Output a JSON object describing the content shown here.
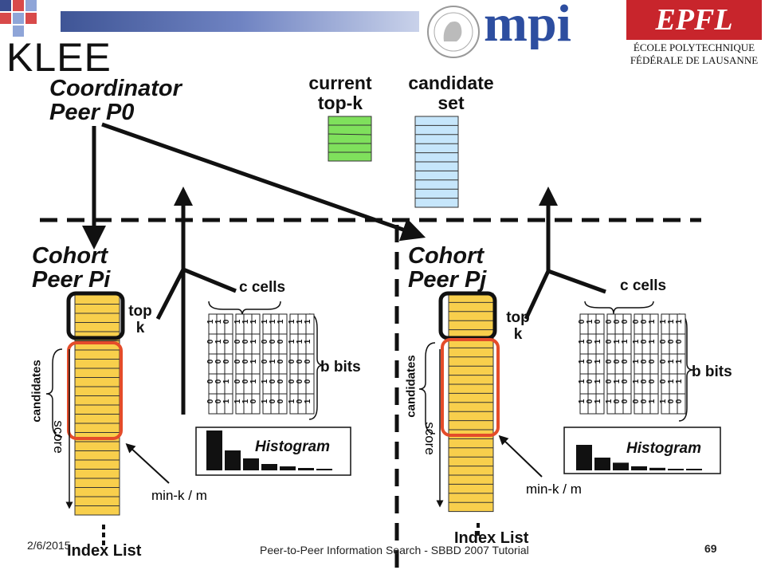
{
  "slide": {
    "title": "KLEE",
    "coordinator": [
      "Coordinator",
      "Peer P0"
    ],
    "current_topk": [
      "current",
      "top-k"
    ],
    "candidate_set": [
      "candidate",
      "set"
    ],
    "footer_date": "2/6/2015",
    "footer_text": "Peer-to-Peer Information Search - SBBD 2007 Tutorial",
    "page_number": "69"
  },
  "logos": {
    "mpi": "mpi",
    "epfl": "EPFL",
    "epfl_line1": "ÉCOLE POLYTECHNIQUE",
    "epfl_line2": "FÉDÉRALE DE LAUSANNE"
  },
  "cohort_left": {
    "name": [
      "Cohort",
      "Peer Pi"
    ],
    "top_k": [
      "top",
      "k"
    ],
    "c_cells": "c cells",
    "b_bits": "b bits",
    "histogram": "Histogram",
    "candidates": "candidates",
    "score": "score",
    "min_k": "min-k / m",
    "index_list": "Index List",
    "bit_columns": [
      [
        "1",
        "0",
        "0",
        "0",
        "0"
      ],
      [
        "1",
        "1",
        "0",
        "0",
        "0"
      ],
      [
        "0",
        "0",
        "0",
        "1",
        "1"
      ],
      [
        "1",
        "0",
        "0",
        "0",
        "1"
      ],
      [
        "1",
        "0",
        "0",
        "0",
        "1"
      ],
      [
        "1",
        "1",
        "1",
        "1",
        "0"
      ],
      [
        "1",
        "0",
        "0",
        "1",
        "1"
      ],
      [
        "1",
        "0",
        "1",
        "0",
        "0"
      ],
      [
        "1",
        "0",
        "0",
        "0",
        "0"
      ],
      [
        "1",
        "1",
        "0",
        "0",
        "1"
      ],
      [
        "1",
        "1",
        "0",
        "0",
        "0"
      ],
      [
        "1",
        "1",
        "0",
        "0",
        "1"
      ]
    ]
  },
  "cohort_right": {
    "name": [
      "Cohort",
      "Peer Pj"
    ],
    "top_k": [
      "top",
      "k"
    ],
    "c_cells": "c cells",
    "b_bits": "b bits",
    "histogram": "Histogram",
    "candidates": "candidates",
    "score": "score",
    "min_k": "min-k / m",
    "index_list": "Index List",
    "bit_columns": [
      [
        "0",
        "1",
        "1",
        "1",
        "1"
      ],
      [
        "1",
        "0",
        "0",
        "0",
        "0"
      ],
      [
        "0",
        "1",
        "1",
        "1",
        "1"
      ],
      [
        "0",
        "0",
        "0",
        "0",
        "1"
      ],
      [
        "0",
        "1",
        "0",
        "1",
        "0"
      ],
      [
        "0",
        "1",
        "0",
        "0",
        "0"
      ],
      [
        "0",
        "1",
        "1",
        "1",
        "0"
      ],
      [
        "0",
        "0",
        "0",
        "0",
        "0"
      ],
      [
        "1",
        "1",
        "0",
        "0",
        "1"
      ],
      [
        "1",
        "0",
        "0",
        "0",
        "1"
      ],
      [
        "1",
        "0",
        "1",
        "1",
        "0"
      ],
      [
        "1",
        "0",
        "1",
        "1",
        "0"
      ]
    ]
  },
  "histogram_values": [
    10,
    5,
    3,
    1.6,
    1,
    0.6,
    0.4
  ]
}
